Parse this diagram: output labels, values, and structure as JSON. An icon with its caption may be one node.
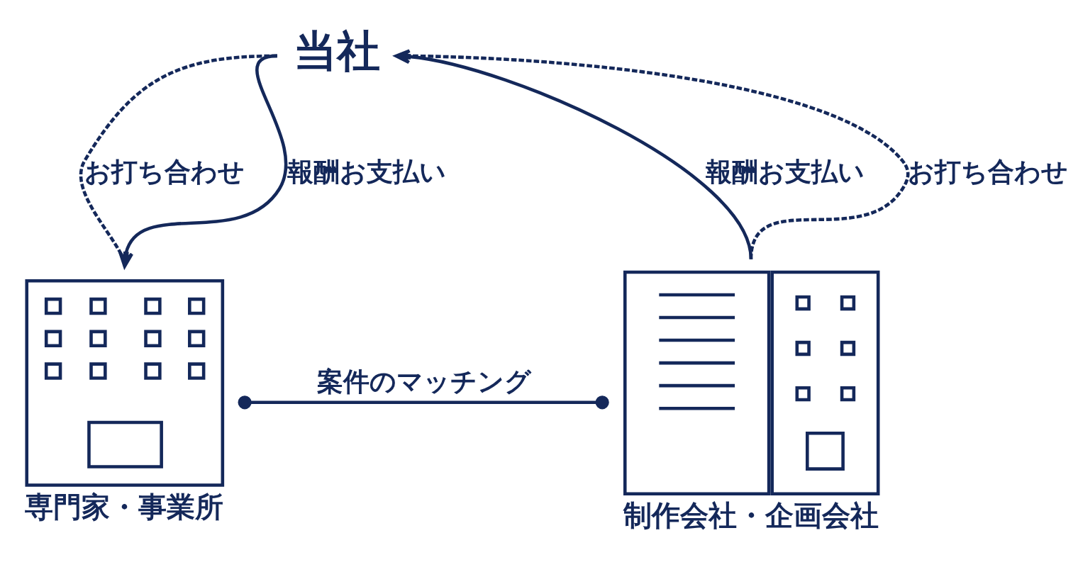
{
  "diagram": {
    "nodes": [
      {
        "text": [
          "当社"
        ]
      },
      {
        "text": [
          "専門家・事業所"
        ]
      },
      {
        "text": [
          "制作会社・企画会社"
        ]
      }
    ],
    "edges": [
      {
        "from": 0,
        "to": 1,
        "arrow": "none",
        "style": "dashed",
        "label": "お打ち合わせ"
      },
      {
        "from": 0,
        "to": 1,
        "arrow": "to",
        "label": "報酬お支払い"
      },
      {
        "from": 2,
        "to": 0,
        "arrow": "to",
        "label": "報酬お支払い"
      },
      {
        "from": 2,
        "to": 0,
        "arrow": "none",
        "style": "dashed",
        "label": "お打ち合わせ"
      },
      {
        "from": 1,
        "to": 2,
        "arrow": "other",
        "label": "案件のマッチング"
      }
    ]
  }
}
